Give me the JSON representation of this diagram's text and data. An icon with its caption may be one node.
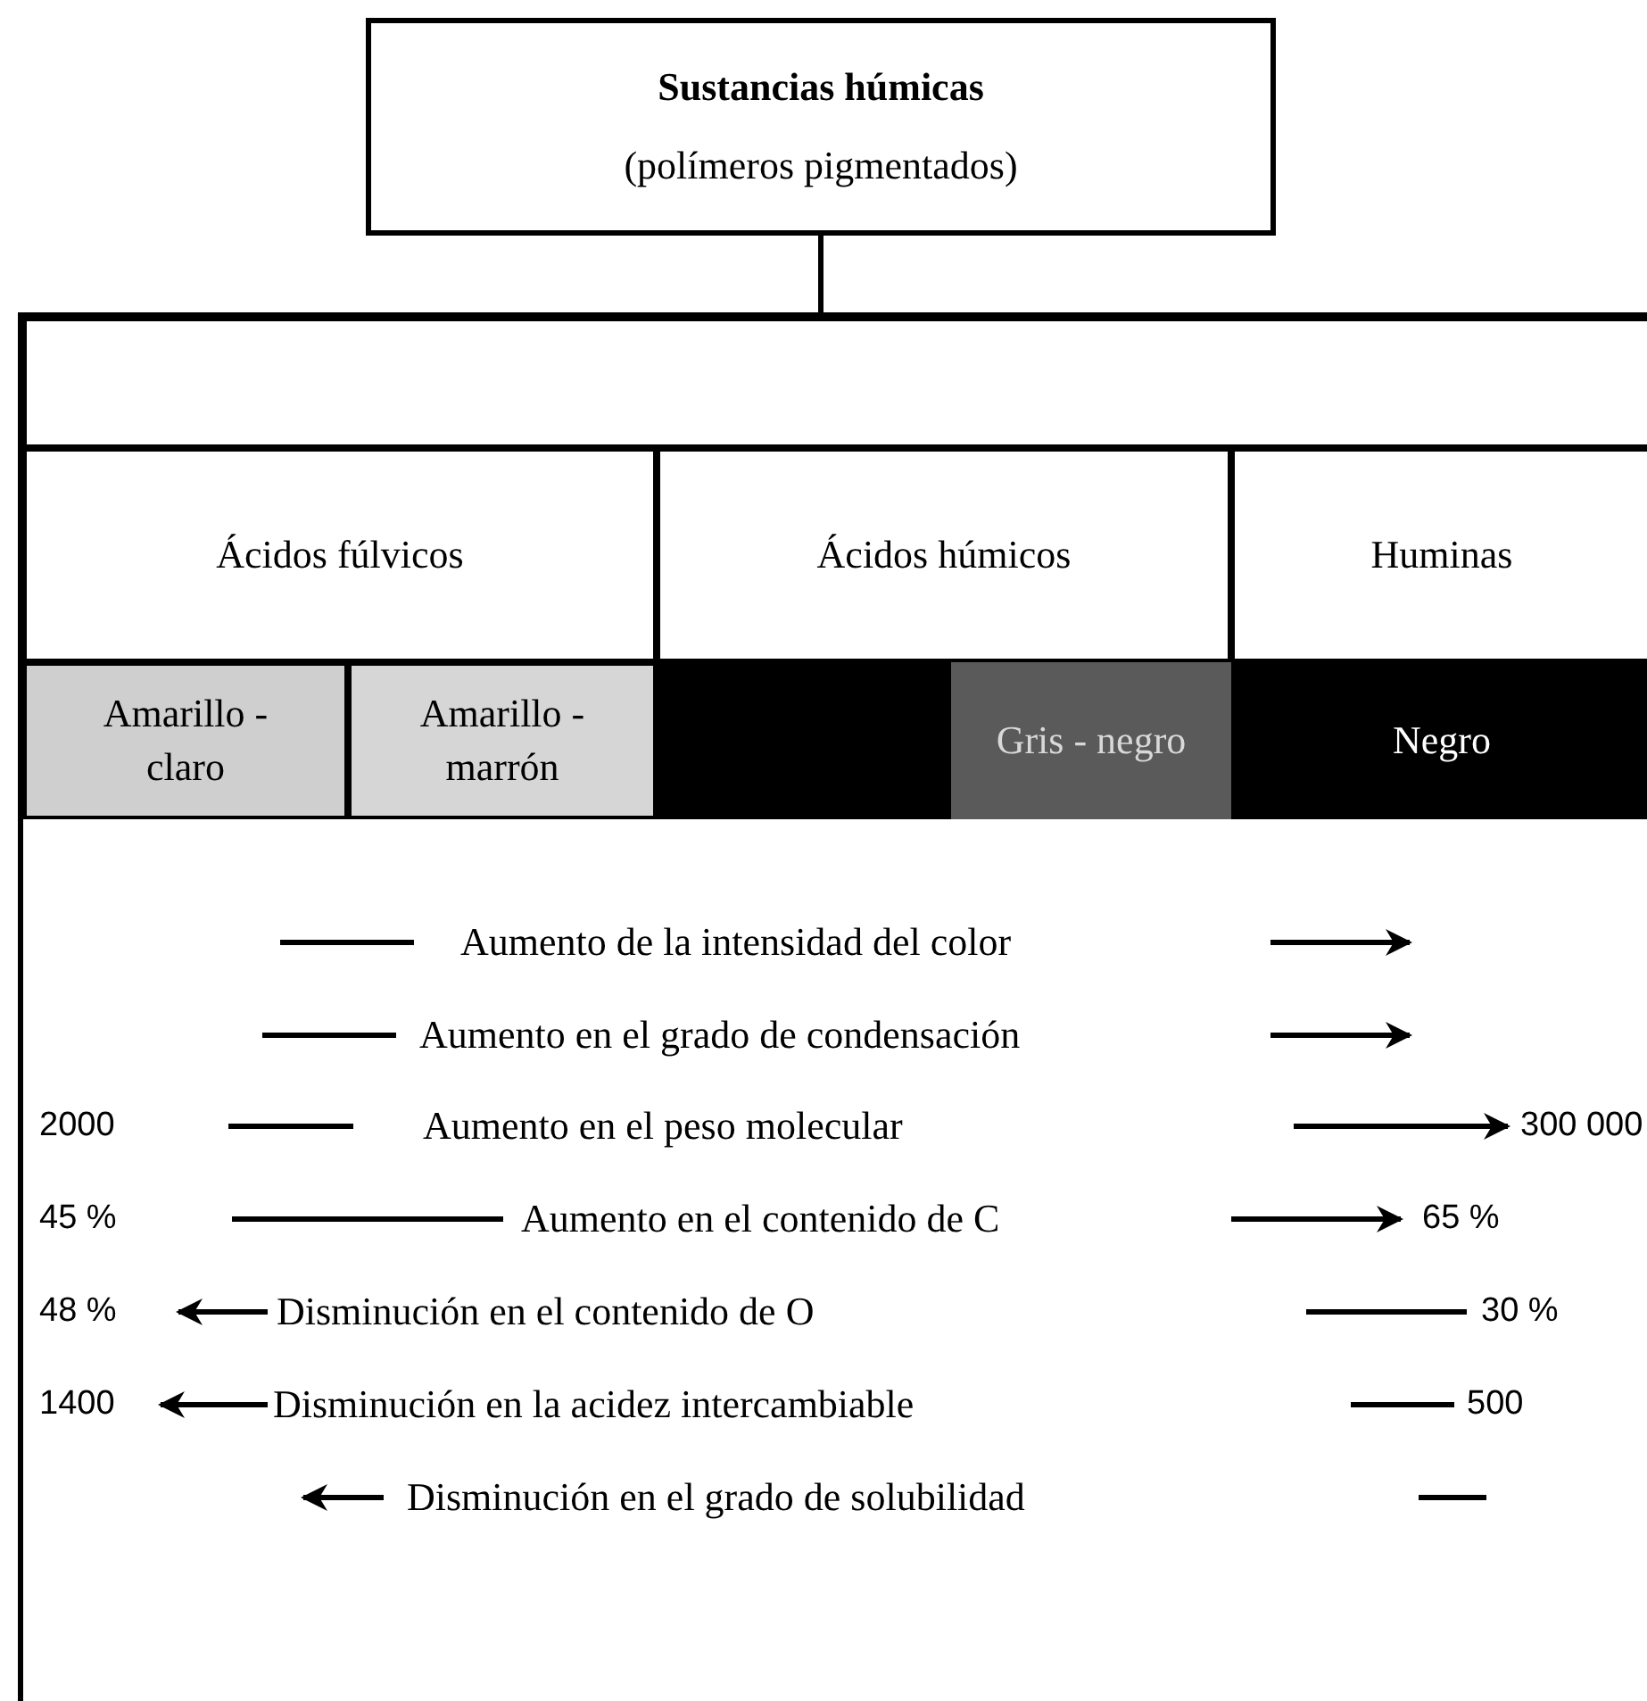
{
  "diagram": {
    "nodes": [
      {
        "text": [
          "Sustancias húmicas",
          "(polímeros pigmentados)"
        ]
      },
      {
        "text": [],
        "shape": "box"
      },
      {
        "text": [],
        "shape": "box",
        "in": 1
      },
      {
        "text": [
          "Ácidos fúlvicos"
        ],
        "in": 1
      },
      {
        "text": [
          "Ácidos húmicos"
        ],
        "in": 1
      },
      {
        "text": [
          "Huminas"
        ],
        "in": 1
      },
      {
        "text": [
          "Amarillo - claro"
        ],
        "in": 1
      },
      {
        "text": [
          "Amarillo - marrón"
        ],
        "in": 1
      },
      {
        "text": [],
        "shape": "box",
        "in": 1
      },
      {
        "text": [
          "Gris - negro"
        ],
        "in": 1
      },
      {
        "text": [
          "Negro"
        ],
        "in": 1
      }
    ],
    "edges": [
      {
        "from": 0,
        "to": 1,
        "arrow": "none"
      }
    ],
    "labels": [
      "Aumento de la intensidad del color",
      "Aumento en el grado de condensación",
      "2000",
      "Aumento en el peso molecular",
      "300 000",
      "45 %",
      "Aumento en el contenido de C",
      "65 %",
      "48 %",
      "Disminución en el contenido de O",
      "30 %",
      "1400",
      "Disminución en la acidez intercambiable",
      "500",
      "Disminución en el grado de solubilidad"
    ]
  }
}
